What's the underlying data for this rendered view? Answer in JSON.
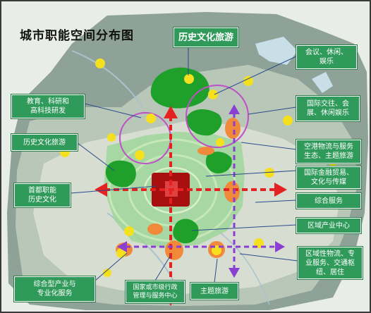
{
  "map": {
    "title": "城市职能空间分布图",
    "labels": {
      "history_top": "历史文化旅游",
      "meeting": "会议、休闲、\n娱乐",
      "education": "教育、科研和\n高科技研发",
      "international": "国际交往、会\n展、休闲娱乐",
      "history_left": "历史文化旅游",
      "airport": "空港物流与服务\n生态、主题旅游",
      "finance": "国际金融贸易、\n文化与传媒",
      "capital": "首都职能\n历史文化",
      "general_service": "综合服务",
      "regional": "区域产业中心",
      "logistics": "区域性物流、专\n业服务、交通枢\n纽、居住",
      "industry": "综合型产业与\n专业化服务",
      "admin": "国家或市级行政\n管理与服务中心",
      "theme": "主题旅游"
    },
    "colors": {
      "core": "#b01010",
      "axis_red": "#e52222",
      "axis_purple": "#8a3fd0",
      "green_zone": "#1fa02a",
      "orange_zone": "#f08a3a",
      "yellow_node": "#f5e020",
      "label_bg": "#2f9a5a"
    }
  }
}
